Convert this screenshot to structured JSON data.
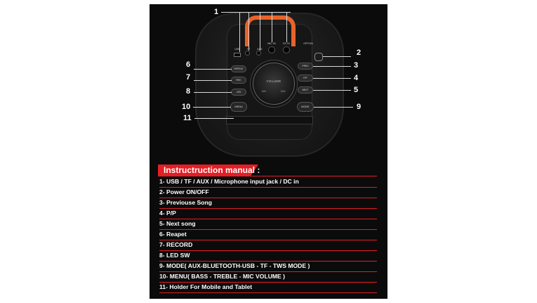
{
  "port_labels": [
    "USB",
    "TF",
    "AUX",
    "MIC IN",
    "DC IN"
  ],
  "power_label": "OFF/ON",
  "left_buttons": [
    "REPEAT",
    "REC",
    "LED"
  ],
  "right_buttons": [
    "PREV",
    "P/P",
    "NEXT"
  ],
  "menu_button": "MENU",
  "mode_button": "MODE",
  "knob": {
    "label": "VOLUME",
    "min": "MIN",
    "max": "MAX"
  },
  "callouts": [
    "1",
    "2",
    "3",
    "4",
    "5",
    "6",
    "7",
    "8",
    "9",
    "10",
    "11"
  ],
  "manual": {
    "title": "Instructruction manual :",
    "items": [
      "1- USB / TF / AUX / Microphone input jack / DC in",
      "2- Power ON/OFF",
      "3- Previouse Song",
      "4- P/P",
      "5- Next song",
      "6- Reapet",
      "7- RECORD",
      "8- LED SW",
      "9- MODE( AUX-BLUETOOTH-USB - TF - TWS MODE )",
      "10- MENU( BASS - TREBLE - MIC VOLUME )",
      "11- Holder For Mobile and Tablet"
    ]
  },
  "colors": {
    "accent": "#e31e24",
    "handle": "#e8632a",
    "background": "#0b0b0b"
  }
}
